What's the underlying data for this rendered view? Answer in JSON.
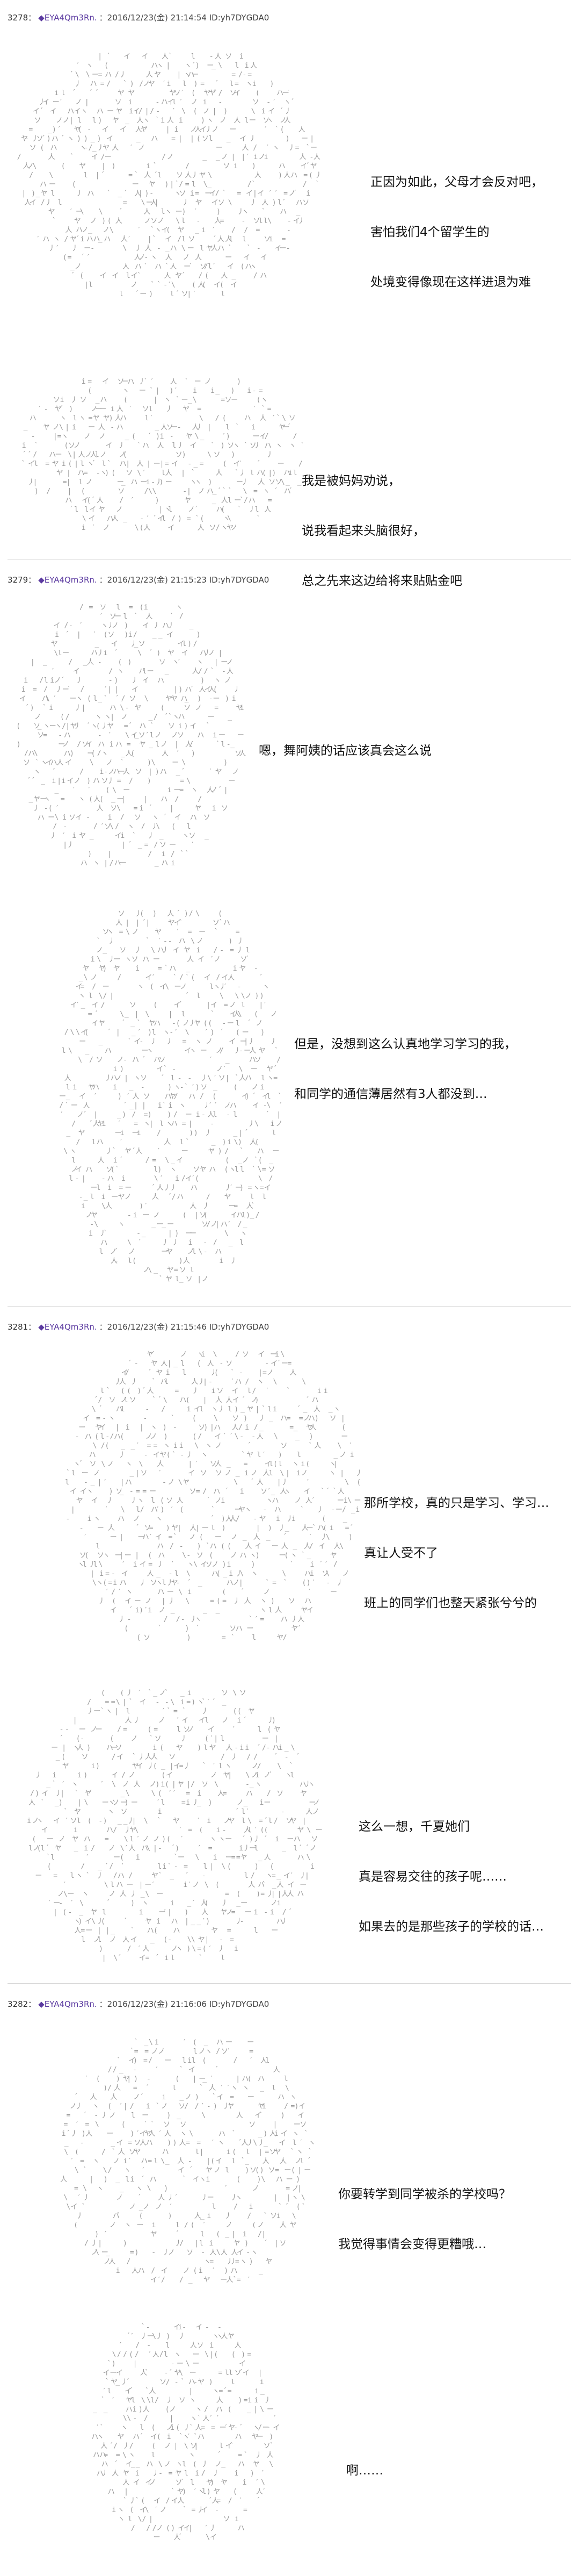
{
  "posts": [
    {
      "number": "3278：",
      "name": "◆EYA4Qm3Rn.",
      "meta": "：2016/12/23(金) 21:14:54 ID:yh7DYGDA0",
      "panels": [
        {
          "art_icon": "ascii-art-character-1",
          "lines": [
            "正因为如此，父母才会反对吧，",
            "害怕我们4个留学生的",
            "处境变得像现在这样进退为难"
          ]
        },
        {
          "art_icon": "ascii-art-character-2",
          "lines": [
            "我是被妈妈劝说，",
            "说我看起来头脑很好，",
            "总之先来这边给将来贴贴金吧"
          ]
        }
      ]
    },
    {
      "number": "3279：",
      "name": "◆EYA4Qm3Rn.",
      "meta": "：2016/12/23(金) 21:15:23 ID:yh7DYGDA0",
      "panels": [
        {
          "art_icon": "ascii-art-character-3",
          "lines": [
            "嗯，舞阿姨的话应该真会这么说"
          ]
        },
        {
          "art_icon": "ascii-art-character-4",
          "lines": [
            "但是，没想到这么认真地学习学习的我，",
            "和同学的通信薄居然有3人都没到…"
          ]
        }
      ]
    },
    {
      "number": "3281：",
      "name": "◆EYA4Qm3Rn.",
      "meta": "：2016/12/23(金) 21:15:46 ID:yh7DYGDA0",
      "panels": [
        {
          "art_icon": "ascii-art-character-5",
          "lines": [
            "那所学校，真的只是学习、学习…",
            "真让人受不了",
            "班上的同学们也整天紧张兮兮的"
          ]
        },
        {
          "art_icon": "ascii-art-character-6",
          "lines": [
            "这么一想，千夏她们",
            "真是容易交往的孩子呢……",
            "如果去的是那些孩子的学校的话…"
          ]
        }
      ]
    },
    {
      "number": "3282：",
      "name": "◆EYA4Qm3Rn.",
      "meta": "：2016/12/23(金) 21:16:06 ID:yh7DYGDA0",
      "panels": [
        {
          "art_icon": "ascii-art-character-7",
          "lines": [
            "你要转学到同学被杀的学校吗？",
            "我觉得事情会变得更糟哦…"
          ]
        },
        {
          "art_icon": "ascii-art-character-8",
          "lines": [
            "啊……"
          ]
        }
      ]
    }
  ]
}
